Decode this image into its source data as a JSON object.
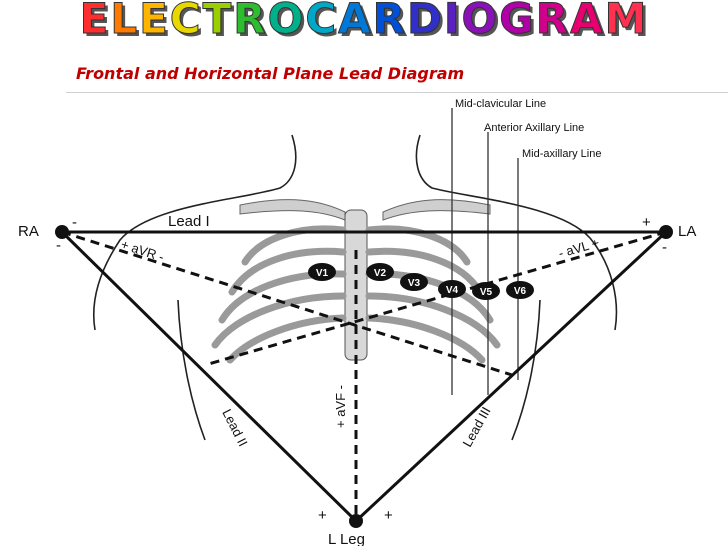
{
  "title": "ELECTROCARDIOGRAM",
  "title_colors": [
    "#ff2e2e",
    "#ff7a00",
    "#ffb400",
    "#e8d800",
    "#9ad000",
    "#2ebd2e",
    "#00b08a",
    "#00a8c8",
    "#0078d8",
    "#0050d8",
    "#3030c8",
    "#5a20c0",
    "#8a10b8",
    "#b000a8",
    "#d0008a",
    "#e80070",
    "#ff3050"
  ],
  "subtitle": "Frontal and Horizontal Plane Lead Diagram",
  "subtitle_color": "#c00000",
  "lines": {
    "midclavicular": "Mid-clavicular Line",
    "anterior_axillary": "Anterior Axillary Line",
    "mid_axillary": "Mid-axillary Line"
  },
  "limb": {
    "ra": "RA",
    "la": "LA",
    "leg": "L Leg"
  },
  "leads": {
    "lead1": "Lead I",
    "lead2": "Lead II",
    "lead3": "Lead III",
    "avr": "+ aVR -",
    "avl": "- aVL +",
    "avf": "+ aVF -"
  },
  "polarity": {
    "plus": "+",
    "minus": "-"
  },
  "chest_leads": [
    "V1",
    "V2",
    "V3",
    "V4",
    "V5",
    "V6"
  ]
}
